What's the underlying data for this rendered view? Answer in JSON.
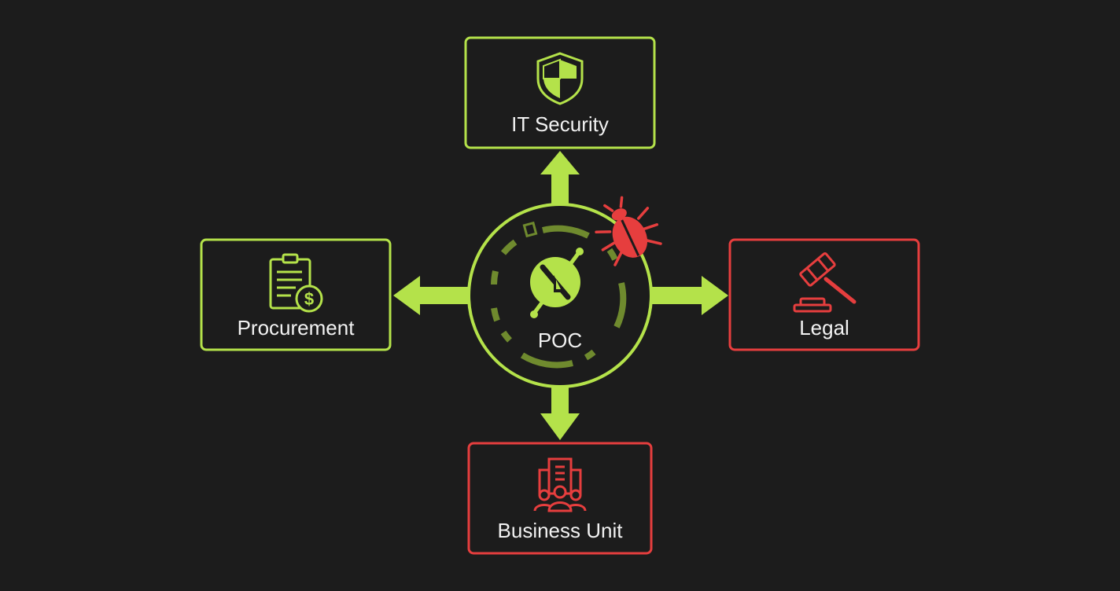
{
  "diagram": {
    "center": {
      "label": "POC",
      "icon": "link-break-icon",
      "badge_icon": "bug-icon"
    },
    "nodes": {
      "top": {
        "label": "IT Security",
        "icon": "shield-icon",
        "status": "ok"
      },
      "left": {
        "label": "Procurement",
        "icon": "clipboard-dollar-icon",
        "status": "ok"
      },
      "right": {
        "label": "Legal",
        "icon": "gavel-icon",
        "status": "blocked"
      },
      "bottom": {
        "label": "Business Unit",
        "icon": "building-team-icon",
        "status": "blocked"
      }
    },
    "colors": {
      "background": "#1c1c1c",
      "ok": "#b4e24a",
      "blocked": "#e63e3e",
      "text": "#f2f2f2",
      "muted_ok": "#6f8a2e"
    }
  }
}
